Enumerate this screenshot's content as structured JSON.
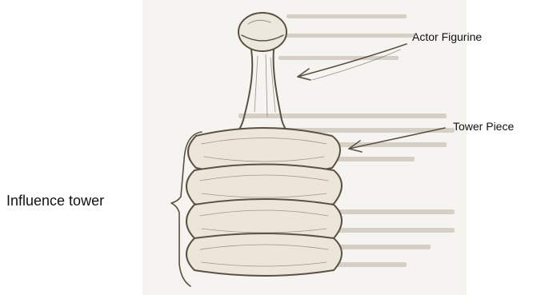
{
  "labels": {
    "actor_figurine": "Actor Figurine",
    "tower_piece": "Tower Piece",
    "influence_tower": "Influence tower"
  },
  "colors": {
    "ink": "#5a5142",
    "paper": "#f6f4f0",
    "faint_text": "#cfc9bf"
  }
}
